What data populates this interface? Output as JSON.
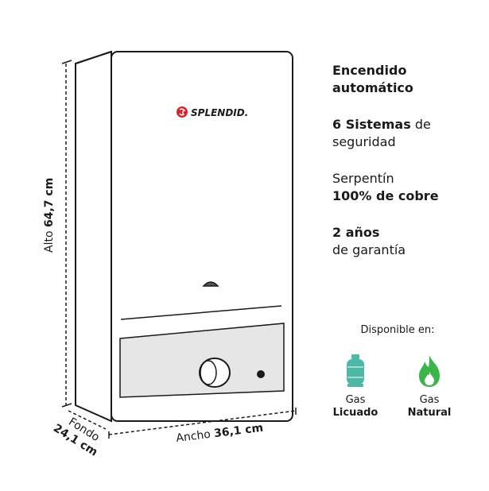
{
  "brand": {
    "name": "SPLENDID."
  },
  "dimensions": {
    "alto_label": "Alto",
    "alto_value": "64,7 cm",
    "ancho_label": "Ancho",
    "ancho_value": "36,1 cm",
    "fondo_label": "Fondo",
    "fondo_value": "24,1 cm"
  },
  "features": [
    {
      "bold": "Encendido",
      "bold2": "automático",
      "normal": ""
    },
    {
      "bold": "6 Sistemas",
      "normal": " de",
      "normal2": "seguridad"
    },
    {
      "normal": "Serpentín",
      "bold": "100% de cobre"
    },
    {
      "bold": "2 años",
      "normal": "de garantía"
    }
  ],
  "availability": {
    "title": "Disponible en:",
    "options": [
      {
        "top": "Gas",
        "bottom": "Licuado",
        "icon": "gas-cylinder-icon"
      },
      {
        "top": "Gas",
        "bottom": "Natural",
        "icon": "flame-icon"
      }
    ]
  },
  "colors": {
    "brand_red": "#d7262b",
    "cylinder_teal": "#4fb7a6",
    "flame_green": "#39b54a",
    "panel_gray": "#e6e6e6"
  }
}
